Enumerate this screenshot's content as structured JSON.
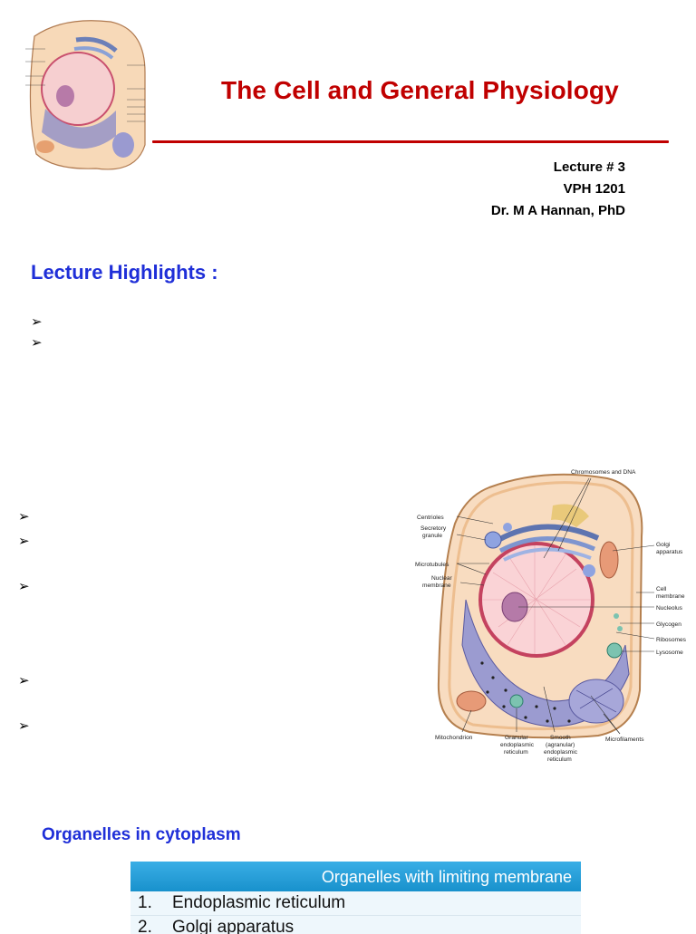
{
  "header": {
    "title": "The Cell and General Physiology",
    "lecture": "Lecture # 3",
    "course": "VPH 1201",
    "author": "Dr. M A Hannan, PhD"
  },
  "highlights": {
    "heading": "Lecture Highlights :",
    "bullet_glyph": "➢"
  },
  "diagram_labels": {
    "chromosomes": "Chromosomes and DNA",
    "centrioles": "Centrioles",
    "secretory_1": "Secretory",
    "secretory_2": "granule",
    "microtubules": "Microtubules",
    "nuclear_1": "Nuclear",
    "nuclear_2": "membrane",
    "golgi_1": "Golgi",
    "golgi_2": "apparatus",
    "cell_1": "Cell",
    "cell_2": "membrane",
    "nucleolus": "Nucleolus",
    "glycogen": "Glycogen",
    "ribosomes": "Ribosomes",
    "lysosome": "Lysosome",
    "mitochondrion": "Mitochondrion",
    "granular_1": "Granular",
    "granular_2": "endoplasmic",
    "granular_3": "reticulum",
    "smooth_1": "Smooth",
    "smooth_2": "(agranular)",
    "smooth_3": "endoplasmic",
    "smooth_4": "reticulum",
    "microfilaments": "Microfilaments"
  },
  "organelles": {
    "heading": "Organelles in cytoplasm",
    "table_header": "Organelles with limiting membrane",
    "rows": [
      {
        "num": "1.",
        "name": "Endoplasmic reticulum"
      },
      {
        "num": "2.",
        "name": "Golgi apparatus"
      }
    ]
  },
  "colors": {
    "title": "#c00000",
    "heading_blue": "#1f2fd8",
    "table_header": "#1a9dd9"
  }
}
